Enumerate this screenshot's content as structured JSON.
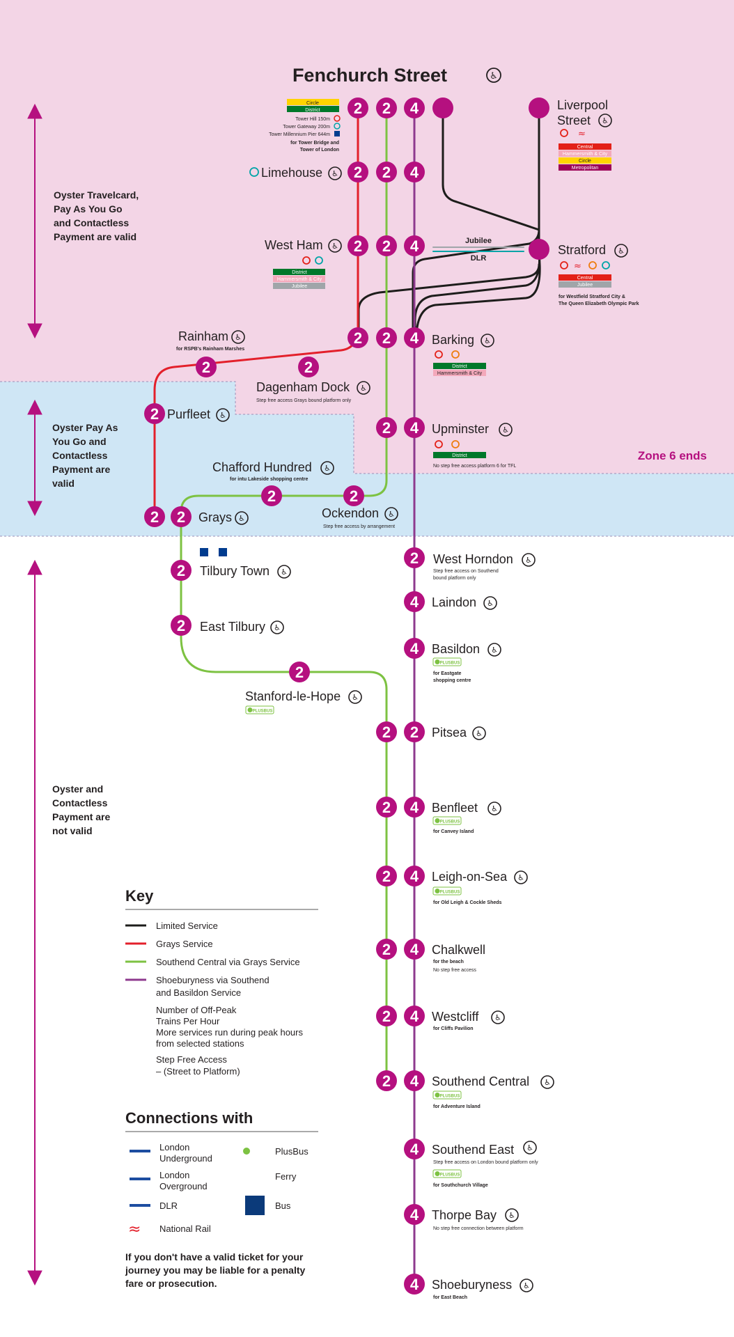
{
  "title": "Fenchurch Street",
  "zone_note": "Zone 6 ends",
  "fare_zones": [
    {
      "id": "top",
      "text": [
        "Oyster Travelcard,",
        "Pay As You Go",
        "and Contactless",
        "Payment are valid"
      ]
    },
    {
      "id": "mid",
      "text": [
        "Oyster Pay As",
        "You Go and",
        "Contactless",
        "Payment are",
        "valid"
      ]
    },
    {
      "id": "low",
      "text": [
        "Oyster and",
        "Contactless",
        "Payment are",
        "not valid"
      ]
    }
  ],
  "stations": {
    "fenchurch": {
      "name": "Fenchurch Street",
      "trains": [
        "2",
        "2",
        "4"
      ]
    },
    "liverpool": {
      "name1": "Liverpool",
      "name2": "Street",
      "lines": [
        "Central",
        "Hammersmith & City",
        "Circle",
        "Metropolitan"
      ]
    },
    "limehouse": {
      "name": "Limehouse",
      "trains": [
        "2",
        "2",
        "4"
      ]
    },
    "westham": {
      "name": "West Ham",
      "trains": [
        "2",
        "2",
        "4"
      ],
      "lines": [
        "District",
        "Hammersmith & City",
        "Jubilee"
      ]
    },
    "stratford": {
      "name": "Stratford",
      "lines": [
        "Central",
        "Jubilee"
      ],
      "note1": "for Westfield Stratford City &",
      "note2": "The Queen Elizabeth Olympic Park"
    },
    "barking": {
      "name": "Barking",
      "trains": [
        "2",
        "2",
        "4"
      ],
      "lines": [
        "District",
        "Hammersmith & City"
      ]
    },
    "rainham": {
      "name": "Rainham",
      "note": "for RSPB's Rainham Marshes",
      "trains": [
        "2"
      ]
    },
    "dagenham": {
      "name": "Dagenham Dock",
      "note": "Step free access Grays bound platform only",
      "trains": [
        "2"
      ]
    },
    "purfleet": {
      "name": "Purfleet",
      "trains": [
        "2"
      ]
    },
    "upminster": {
      "name": "Upminster",
      "trains": [
        "2",
        "4"
      ],
      "lines": [
        "District"
      ],
      "note": "No step free access platform 6 for TFL"
    },
    "chafford": {
      "name": "Chafford Hundred",
      "note": "for intu Lakeside shopping centre",
      "trains": [
        "2"
      ]
    },
    "ockendon": {
      "name": "Ockendon",
      "note": "Step free access by arrangement",
      "trains": [
        "2"
      ]
    },
    "grays": {
      "name": "Grays",
      "trains": [
        "2",
        "2"
      ]
    },
    "tilbury_town": {
      "name": "Tilbury Town",
      "trains": [
        "2"
      ]
    },
    "west_horndon": {
      "name": "West Horndon",
      "note1": "Step free access on Southend",
      "note2": "bound platform only",
      "trains": [
        "2"
      ]
    },
    "laindon": {
      "name": "Laindon",
      "trains": [
        "4"
      ]
    },
    "east_tilbury": {
      "name": "East Tilbury",
      "trains": [
        "2"
      ]
    },
    "basildon": {
      "name": "Basildon",
      "note1": "for Eastgate",
      "note2": "shopping centre",
      "trains": [
        "4"
      ]
    },
    "stanford": {
      "name": "Stanford-le-Hope",
      "trains": [
        "2"
      ]
    },
    "pitsea": {
      "name": "Pitsea",
      "trains": [
        "2",
        "2"
      ]
    },
    "benfleet": {
      "name": "Benfleet",
      "note": "for Canvey Island",
      "trains": [
        "2",
        "4"
      ]
    },
    "leigh": {
      "name": "Leigh-on-Sea",
      "note": "for Old Leigh & Cockle Sheds",
      "trains": [
        "2",
        "4"
      ]
    },
    "chalkwell": {
      "name": "Chalkwell",
      "note1": "for the beach",
      "note2": "No step free access",
      "trains": [
        "2",
        "4"
      ]
    },
    "westcliff": {
      "name": "Westcliff",
      "note": "for Cliffs Pavilion",
      "trains": [
        "2",
        "4"
      ]
    },
    "southend_central": {
      "name": "Southend Central",
      "note": "for Adventure Island",
      "trains": [
        "2",
        "4"
      ]
    },
    "southend_east": {
      "name": "Southend East",
      "note1": "Step free access on London bound platform only",
      "note2": "for Southchurch Village",
      "trains": [
        "4"
      ]
    },
    "thorpe_bay": {
      "name": "Thorpe Bay",
      "note": "No step free connection between platform",
      "trains": [
        "4"
      ]
    },
    "shoeburyness": {
      "name": "Shoeburyness",
      "note": "for East Beach",
      "trains": [
        "4"
      ]
    }
  },
  "fenchurch_connections": {
    "lines": [
      "Circle",
      "District"
    ],
    "walks": [
      "Tower Hill 150m",
      "Tower Gateway 200m",
      "Tower Millennium Pier 644m"
    ],
    "note1": "for Tower Bridge and",
    "note2": "Tower of London"
  },
  "links": {
    "jubilee": "Jubilee",
    "dlr": "DLR"
  },
  "plusbus": "PLUSBUS",
  "key": {
    "title": "Key",
    "items": [
      {
        "label": "Limited Service",
        "color": "#1d1d1b"
      },
      {
        "label": "Grays Service",
        "color": "#e3202b"
      },
      {
        "label": "Southend Central via Grays Service",
        "color": "#7dc242"
      },
      {
        "label": "Shoeburyness via Southend",
        "label2": "and Basildon Service",
        "color": "#8e3a8e"
      }
    ],
    "trains_label": [
      "Number of Off-Peak",
      "Trains Per Hour",
      "More services run during peak hours",
      "from selected stations"
    ],
    "step_label": [
      "Step Free Access",
      "– (Street to Platform)"
    ]
  },
  "connections": {
    "title": "Connections with",
    "items": [
      "London Underground",
      "London Overground",
      "DLR",
      "National Rail",
      "PlusBus",
      "Ferry",
      "Bus"
    ]
  },
  "penalty": [
    "If you don't have a valid ticket for your",
    "journey you may be liable for a penalty",
    "fare or prosecution."
  ],
  "colors": {
    "zone_pink": "#f3d5e6",
    "zone_blue": "#cfe6f5",
    "magenta": "#b5107f",
    "red": "#e3202b",
    "green": "#7dc242",
    "purple": "#8e3a8e",
    "black": "#1d1d1b",
    "circle_yellow": "#ffd300",
    "district_green": "#00782a",
    "central_red": "#e32017",
    "hammersmith_pink": "#f3a9bb",
    "metropolitan": "#9b0056",
    "jubilee_grey": "#a0a5a9"
  }
}
